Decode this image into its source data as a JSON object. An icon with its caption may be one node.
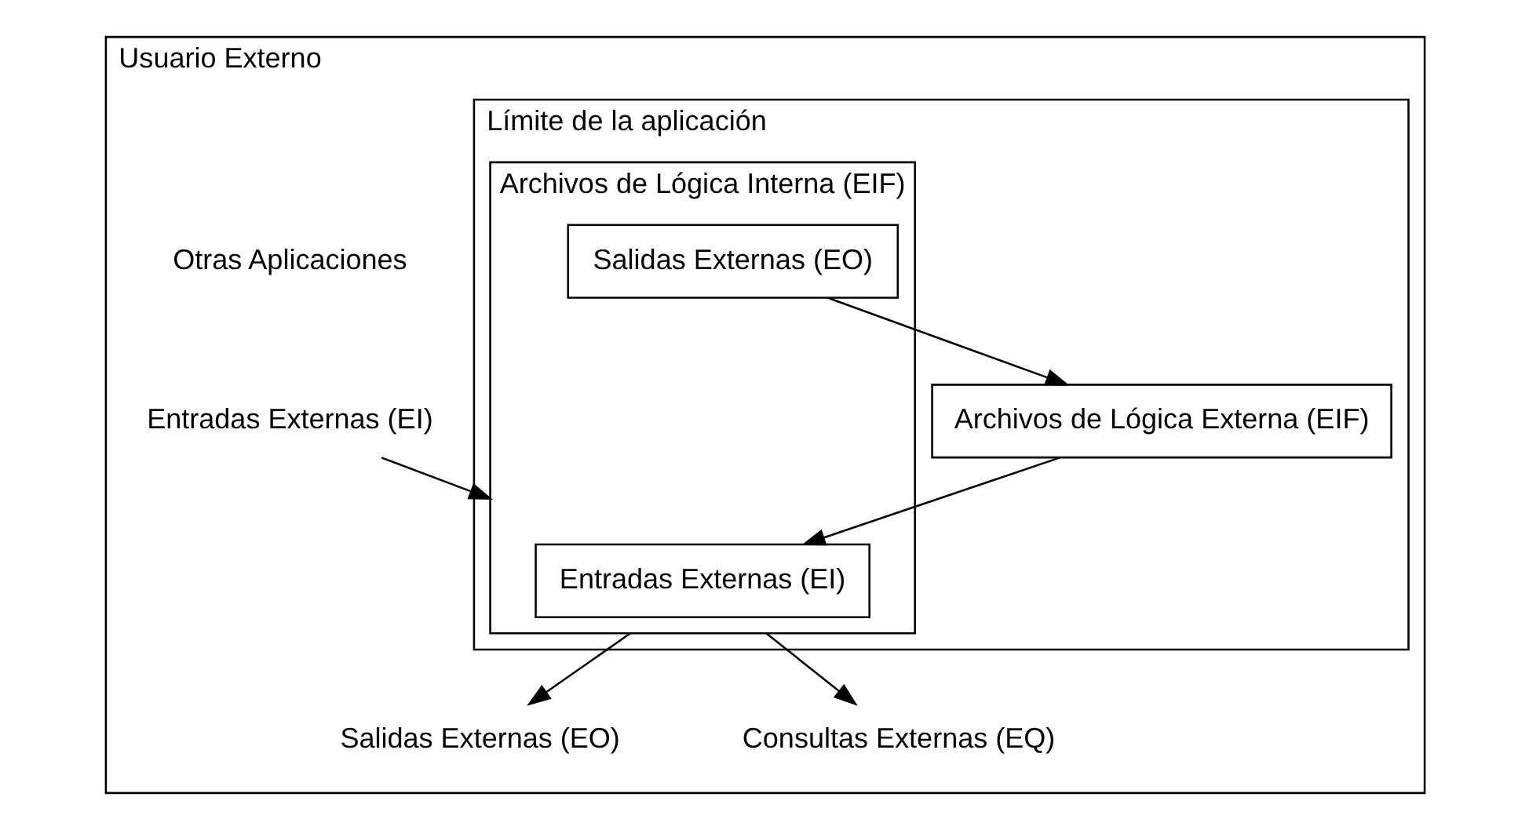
{
  "diagram": {
    "nodes": [
      {
        "text": [
          "Usuario Externo"
        ]
      },
      {
        "text": [
          "Límite de la aplicación"
        ],
        "in": 0
      },
      {
        "text": [
          "Archivos de Lógica Interna (EIF)"
        ],
        "in": 1
      },
      {
        "text": [
          "Entradas Externas (EI)"
        ],
        "in": 2
      },
      {
        "text": [
          "Salidas Externas (EO)"
        ],
        "in": 2
      },
      {
        "text": [
          "Archivos de Lógica Externa (EIF)"
        ],
        "in": 1
      },
      {
        "text": [
          "Entradas Externas (EI)"
        ],
        "in": 0
      },
      {
        "text": [
          "Salidas Externas (EO)"
        ],
        "in": 0
      },
      {
        "text": [
          "Consultas Externas (EQ)"
        ],
        "in": 0
      }
    ],
    "edges": [
      {
        "from": 6,
        "to": 2,
        "arrow": "to"
      },
      {
        "from": 2,
        "to": 7,
        "arrow": "to"
      },
      {
        "from": 2,
        "to": 8,
        "arrow": "to"
      },
      {
        "from": 5,
        "to": 3,
        "arrow": "to"
      },
      {
        "from": 4,
        "to": 5,
        "arrow": "to"
      }
    ],
    "labels": [
      "Otras Aplicaciones"
    ]
  }
}
